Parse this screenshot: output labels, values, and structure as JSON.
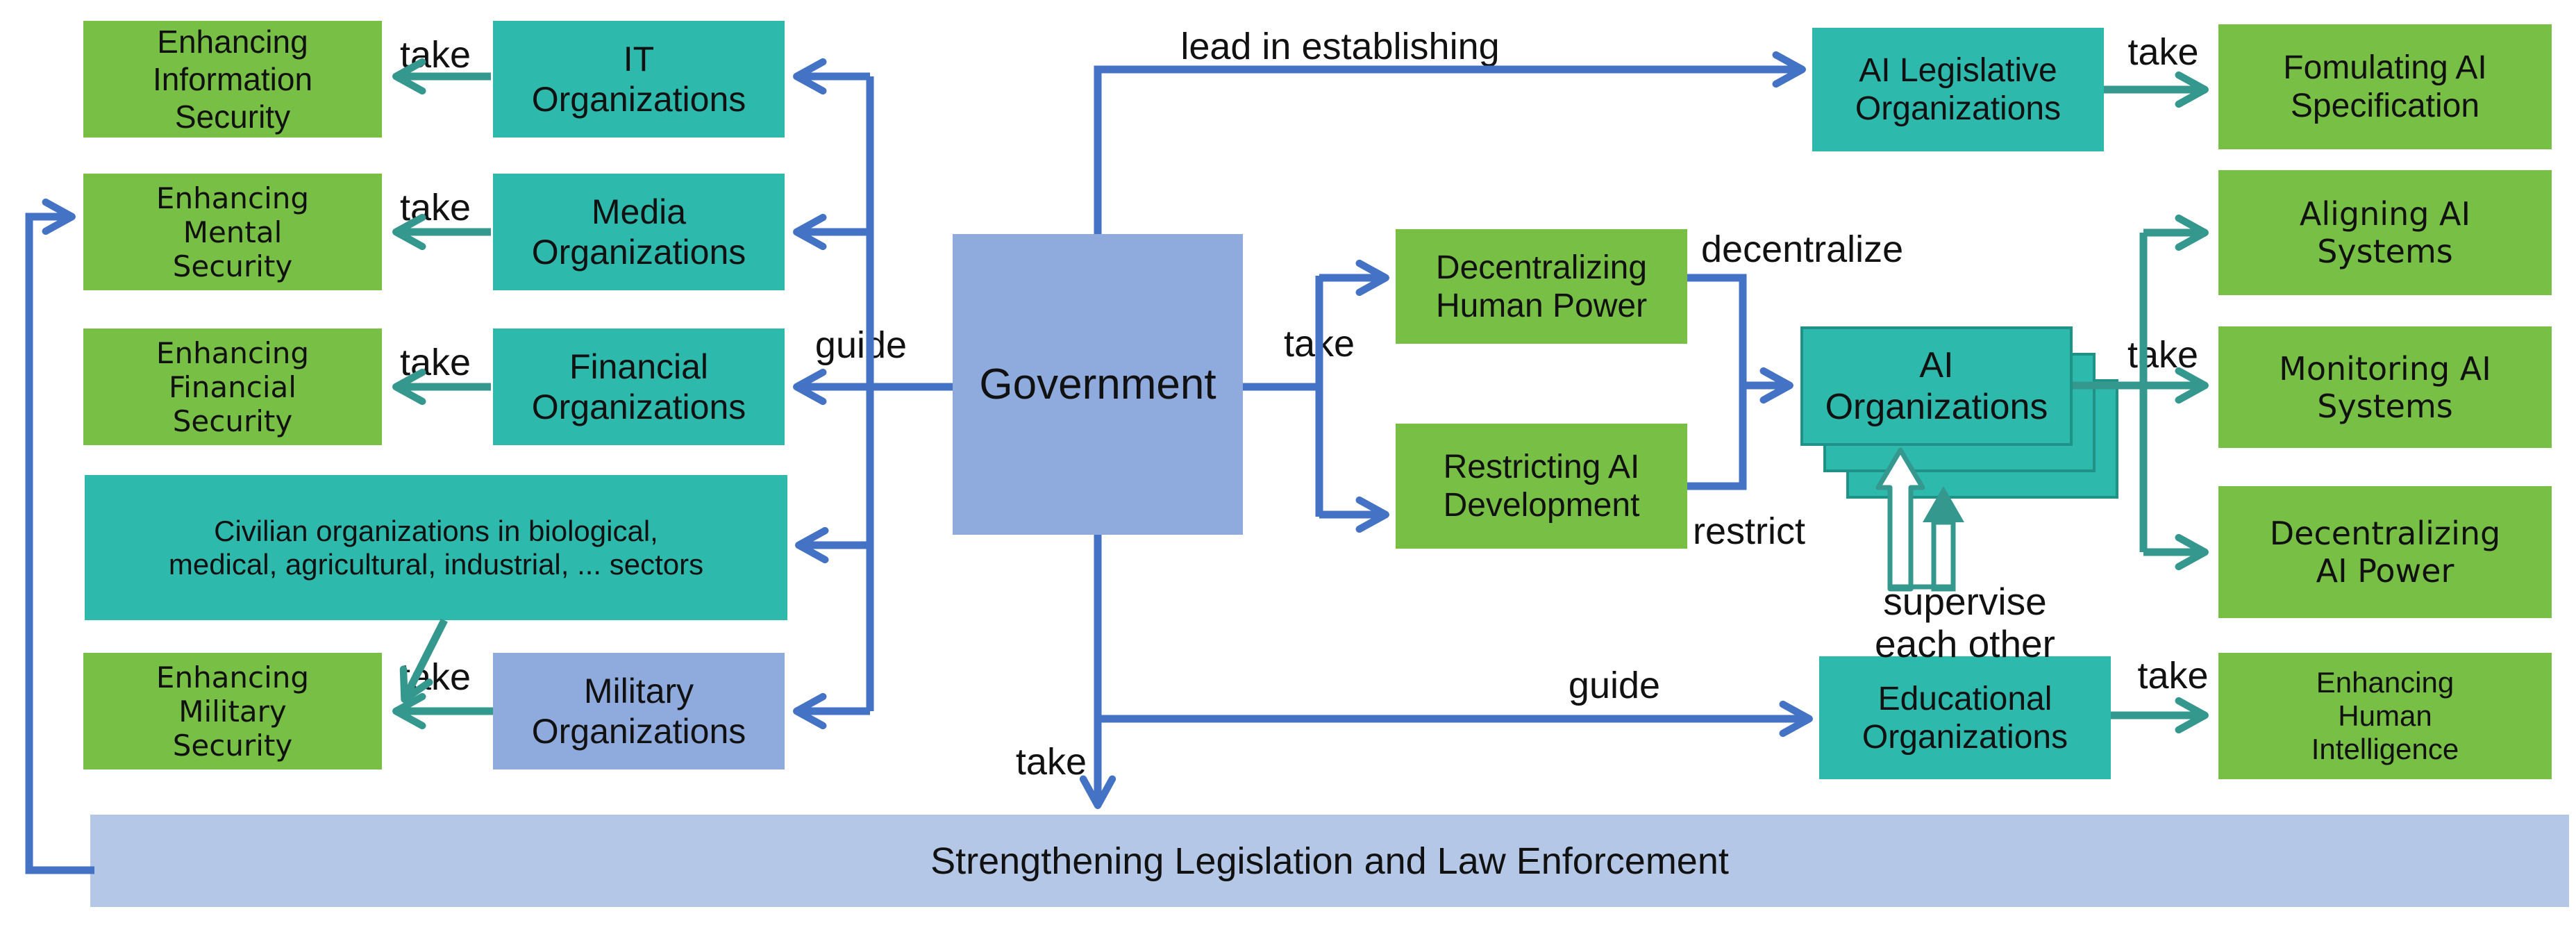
{
  "colors": {
    "teal_box": "#2EB9AD",
    "green_box": "#77BF45",
    "periwinkle_box": "#8FAADC",
    "bottom_bar": "#B4C7E7",
    "blue_arrow": "#4472C4",
    "teal_arrow": "#35988F",
    "stack_border": "#1E9287",
    "text": "#111111"
  },
  "government": {
    "label": "Government"
  },
  "labels": {
    "take": "take",
    "guide": "guide",
    "lead_in_establishing": "lead in establishing",
    "decentralize": "decentralize",
    "restrict": "restrict",
    "supervise_each_other": "supervise\neach other"
  },
  "left_outcomes": [
    {
      "label": "Enhancing\nInformation\nSecurity"
    },
    {
      "label": "Enhancing\nMental\nSecurity"
    },
    {
      "label": "Enhancing\nFinancial\nSecurity"
    },
    {
      "label": "Enhancing\nMilitary\nSecurity"
    }
  ],
  "societal_orgs": [
    {
      "label": "IT\nOrganizations"
    },
    {
      "label": "Media\nOrganizations"
    },
    {
      "label": "Financial\nOrganizations"
    },
    {
      "label": "Military\nOrganizations"
    }
  ],
  "civilian_org": {
    "label": "Civilian organizations in biological,\nmedical, agricultural, industrial, ... sectors"
  },
  "ai_governance": {
    "ai_legislative": {
      "label": "AI Legislative\nOrganizations"
    },
    "fomulating": {
      "label": "Fomulating AI\nSpecification"
    },
    "decentralizing_human_power": {
      "label": "Decentralizing\nHuman Power"
    },
    "restricting_ai_development": {
      "label": "Restricting AI\nDevelopment"
    },
    "ai_organizations": {
      "label": "AI\nOrganizations"
    },
    "right_outcomes": [
      {
        "label": "Aligning AI\nSystems"
      },
      {
        "label": "Monitoring AI\nSystems"
      },
      {
        "label": "Decentralizing\nAI Power"
      }
    ],
    "educational": {
      "label": "Educational\nOrganizations"
    },
    "enhancing_human_intelligence": {
      "label": "Enhancing\nHuman\nIntelligence"
    }
  },
  "bottom_bar": {
    "label": "Strengthening Legislation and Law Enforcement"
  }
}
